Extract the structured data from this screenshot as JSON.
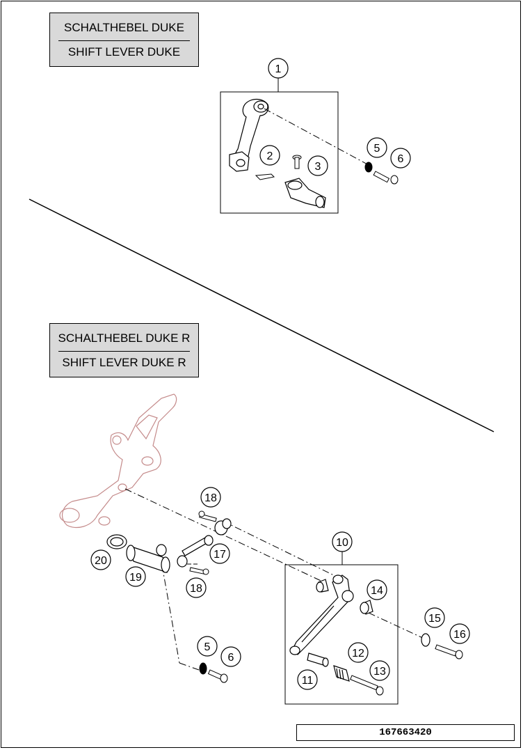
{
  "section_top": {
    "title_de": "SCHALTHEBEL DUKE",
    "title_en": "SHIFT LEVER DUKE"
  },
  "section_bottom": {
    "title_de": "SCHALTHEBEL DUKE R",
    "title_en": "SHIFT LEVER DUKE R"
  },
  "callouts_top": [
    "1",
    "2",
    "3",
    "5",
    "6"
  ],
  "callouts_bottom": [
    "18",
    "17",
    "20",
    "19",
    "18",
    "10",
    "14",
    "12",
    "15",
    "16",
    "11",
    "13",
    "5",
    "6"
  ],
  "document_number": "167663420",
  "colors": {
    "label_bg": "#d9d9d9",
    "line": "#000000",
    "ghost_part": "#c48a8a"
  }
}
